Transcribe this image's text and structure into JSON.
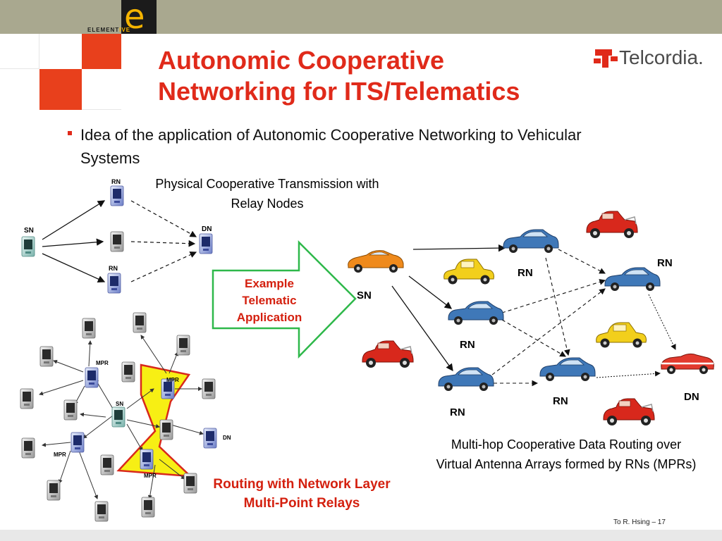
{
  "logo": {
    "letter": "e",
    "word_a": "ELEMENT",
    "word_b": "IVE"
  },
  "brand": {
    "name": "Telcordia."
  },
  "title": {
    "line1": "Autonomic Cooperative",
    "line2": "Networking for ITS/Telematics"
  },
  "bullet": {
    "text": "Idea of the application of Autonomic Cooperative Networking to Vehicular Systems"
  },
  "captions": {
    "physical": "Physical Cooperative Transmission with Relay Nodes",
    "example": "Example Telematic Application",
    "routing": "Routing with Network Layer Multi-Point Relays",
    "multihop": "Multi-hop Cooperative Data Routing over Virtual Antenna Arrays formed by RNs (MPRs)"
  },
  "top_diagram": {
    "sn": "SN",
    "rn1": "RN",
    "rn2": "RN",
    "dn": "DN"
  },
  "mpr_diagram": {
    "mpr_a": "MPR",
    "mpr_b": "MPR",
    "mpr_c": "MPR",
    "mpr_d": "MPR",
    "sn": "SN",
    "dn": "DN"
  },
  "car_diagram": {
    "sn": "SN",
    "rn_a": "RN",
    "rn_b": "RN",
    "rn_c": "RN",
    "rn_d": "RN",
    "rn_e": "RN",
    "dn": "DN"
  },
  "footer": {
    "text": "To R. Hsing – 17"
  },
  "colors": {
    "accent_red": "#e02a1a",
    "caption_red": "#d4200f",
    "topbar": "#a9a88f",
    "arrow_green": "#2eb84a"
  }
}
